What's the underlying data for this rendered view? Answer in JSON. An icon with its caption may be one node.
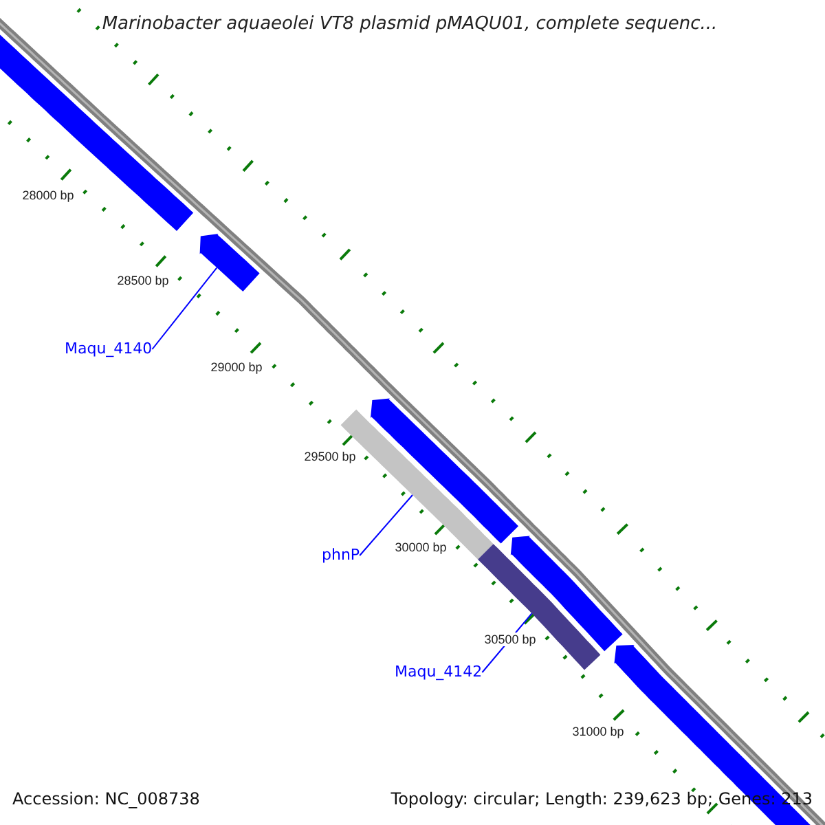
{
  "diagram": {
    "title": "Marinobacter aquaeolei VT8 plasmid pMAQU01, complete sequenc...",
    "nodes": [
      {
        "text": [],
        "shape": "bar"
      },
      {
        "text": [],
        "shape": "bar"
      },
      {
        "text": [
          "Maqu_4140"
        ]
      },
      {
        "text": [],
        "shape": "bar"
      },
      {
        "text": [],
        "shape": "bar"
      },
      {
        "text": [
          "phnP"
        ]
      },
      {
        "text": [],
        "shape": "bar"
      },
      {
        "text": [],
        "shape": "bar"
      },
      {
        "text": [
          "Maqu_4142"
        ]
      },
      {
        "text": [],
        "shape": "bar"
      }
    ],
    "edges": [
      {
        "from": 2,
        "to": 1,
        "arrow": "none"
      },
      {
        "from": 5,
        "to": 4,
        "arrow": "none"
      },
      {
        "from": 8,
        "to": 6,
        "arrow": "none"
      }
    ],
    "labels": [
      "28000 bp",
      "28500 bp",
      "29000 bp",
      "29500 bp",
      "30000 bp",
      "30500 bp",
      "31000 bp",
      "Accession: NC_008738",
      "Topology: circular; Length: 239,623 bp; Genes: 213"
    ]
  }
}
